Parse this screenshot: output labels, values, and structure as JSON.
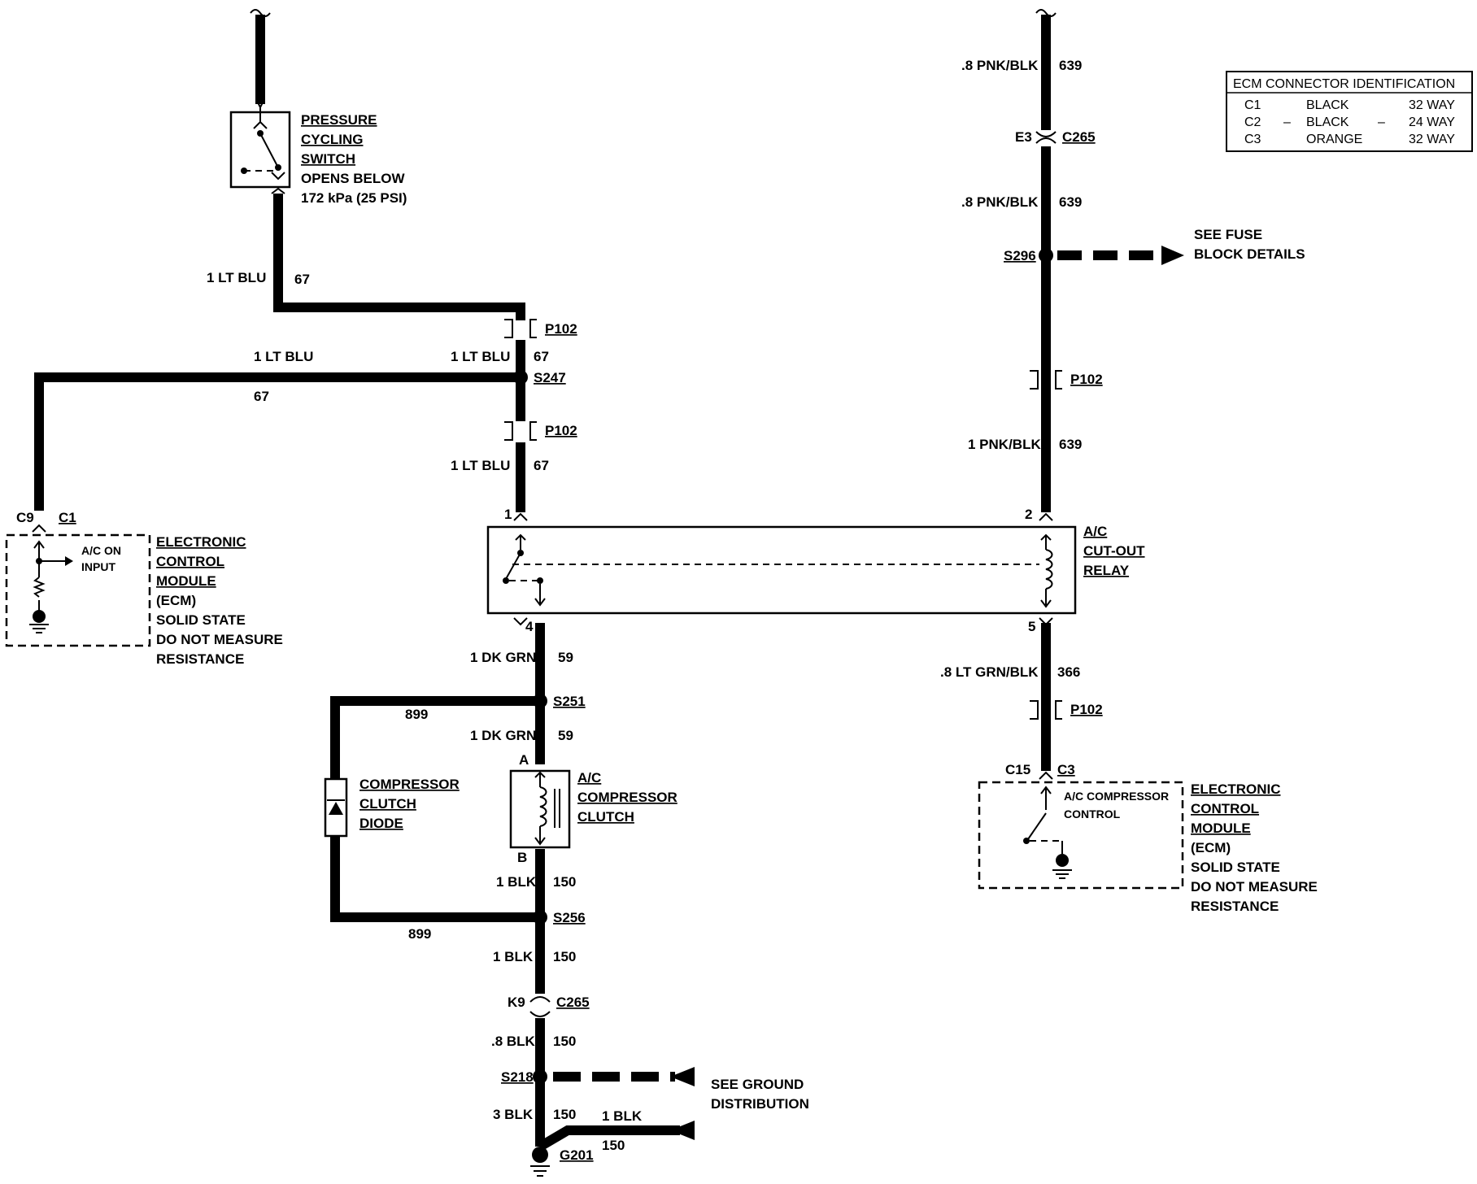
{
  "pressure_switch": {
    "name_lines": [
      "PRESSURE",
      "CYCLING",
      "SWITCH"
    ],
    "note_lines": [
      "OPENS BELOW",
      "172 kPa (25 PSI)"
    ]
  },
  "wires": {
    "w67_top": {
      "gauge": "1 LT BLU",
      "circuit": "67"
    },
    "w67_left_top": {
      "gauge": "1 LT BLU",
      "circuit": "67"
    },
    "w67_mid_top": {
      "gauge": "1 LT BLU",
      "circuit": "67"
    },
    "w67_mid_bottom": {
      "gauge": "1 LT BLU",
      "circuit": "67"
    },
    "w639_top": {
      "gauge": ".8 PNK/BLK",
      "circuit": "639"
    },
    "w639_mid": {
      "gauge": ".8 PNK/BLK",
      "circuit": "639"
    },
    "w639_bottom": {
      "gauge": "1 PNK/BLK",
      "circuit": "639"
    },
    "w59_top": {
      "gauge": "1 DK GRN",
      "circuit": "59"
    },
    "w59_bottom": {
      "gauge": "1 DK GRN",
      "circuit": "59"
    },
    "w899_top": {
      "circuit": "899"
    },
    "w899_bottom": {
      "circuit": "899"
    },
    "w150_a": {
      "gauge": "1 BLK",
      "circuit": "150"
    },
    "w150_b": {
      "gauge": "1 BLK",
      "circuit": "150"
    },
    "w150_c": {
      "gauge": ".8 BLK",
      "circuit": "150"
    },
    "w150_d": {
      "gauge": "3 BLK",
      "circuit": "150"
    },
    "w150_e": {
      "gauge": "1 BLK",
      "circuit": "150"
    },
    "w366": {
      "gauge": ".8 LT GRN/BLK",
      "circuit": "366"
    }
  },
  "connectors": {
    "p102_a": "P102",
    "p102_b": "P102",
    "p102_c": "P102",
    "p102_d": "P102",
    "c265_top": "C265",
    "c265_top_pin": "E3",
    "c265_bottom": "C265",
    "c265_bottom_pin": "K9",
    "s296": "S296",
    "s247": "S247",
    "s251": "S251",
    "s256": "S256",
    "s218": "S218",
    "g201": "G201",
    "ecm_left_pin": "C9",
    "ecm_left_conn": "C1",
    "ecm_right_pin": "C15",
    "ecm_right_conn": "C3"
  },
  "fuse_ref": [
    "SEE FUSE",
    "BLOCK DETAILS"
  ],
  "ground_ref": [
    "SEE GROUND",
    "DISTRIBUTION"
  ],
  "relay": {
    "name_lines": [
      "A/C",
      "CUT-OUT",
      "RELAY"
    ],
    "pin1": "1",
    "pin2": "2",
    "pin4": "4",
    "pin5": "5"
  },
  "ecm_left": {
    "input_lines": [
      "A/C ON",
      "INPUT"
    ],
    "name_lines": [
      "ELECTRONIC",
      "CONTROL",
      "MODULE"
    ],
    "note_lines": [
      "(ECM)",
      "SOLID STATE",
      "DO NOT MEASURE",
      "RESISTANCE"
    ]
  },
  "ecm_right": {
    "input_lines": [
      "A/C COMPRESSOR",
      "CONTROL"
    ],
    "name_lines": [
      "ELECTRONIC",
      "CONTROL",
      "MODULE"
    ],
    "note_lines": [
      "(ECM)",
      "SOLID STATE",
      "DO NOT MEASURE",
      "RESISTANCE"
    ]
  },
  "diode": {
    "name_lines": [
      "COMPRESSOR",
      "CLUTCH",
      "DIODE"
    ]
  },
  "clutch": {
    "name_lines": [
      "A/C",
      "COMPRESSOR",
      "CLUTCH"
    ],
    "pin_a": "A",
    "pin_b": "B"
  },
  "ecm_table": {
    "title": "ECM CONNECTOR IDENTIFICATION",
    "rows": [
      {
        "id": "C1",
        "sep1": "",
        "color": "BLACK",
        "sep2": "",
        "ways": "32 WAY"
      },
      {
        "id": "C2",
        "sep1": "–",
        "color": "BLACK",
        "sep2": "–",
        "ways": "24 WAY"
      },
      {
        "id": "C3",
        "sep1": "",
        "color": "ORANGE",
        "sep2": "",
        "ways": "32 WAY"
      }
    ]
  }
}
